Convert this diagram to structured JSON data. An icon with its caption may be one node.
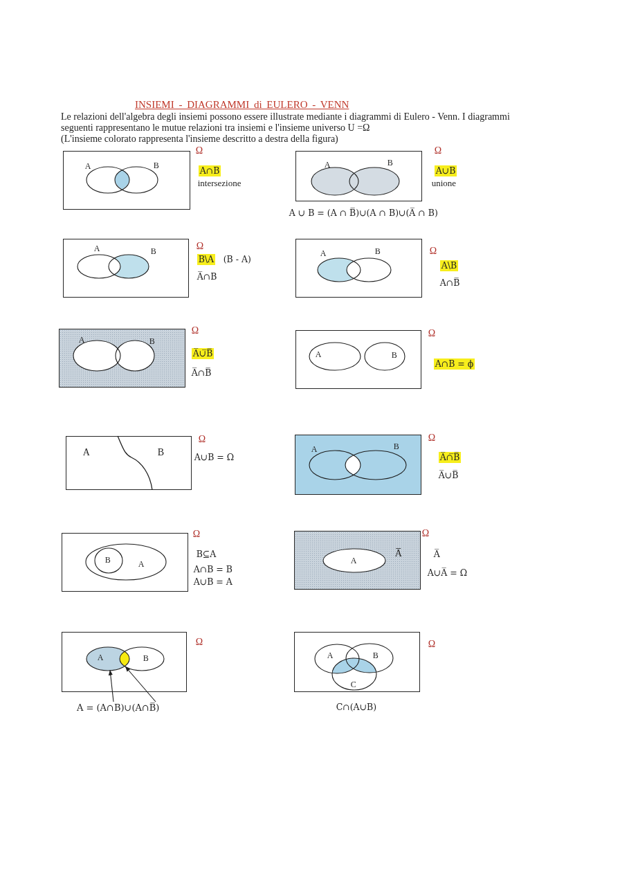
{
  "diagram": {
    "title": "INSIEMI - DIAGRAMMI di EULERO - VENN",
    "labels": [
      "Le relazioni dell'algebra degli insiemi possono essere illustrate mediante i diagrammi di Eulero - Venn. I diagrammi seguenti rappresentano le mutue relazioni tra insiemi e l'insieme universo U =Ω",
      "(L'insieme colorato rappresenta l'insieme descritto a destra della figura)"
    ],
    "nodes": [
      {
        "text": [
          "Ω"
        ],
        "beside": [
          "A∩B",
          "intersezione"
        ]
      },
      {
        "text": [
          "A"
        ],
        "in": 0
      },
      {
        "text": [
          "B"
        ],
        "in": 0
      },
      {
        "text": [
          "Ω"
        ],
        "beside": [
          "A∪B",
          "unione",
          "A ∪ B = (A ∩ B̅)∪(A ∩ B)∪(A̅ ∩ B)"
        ]
      },
      {
        "text": [
          "A"
        ],
        "in": 3
      },
      {
        "text": [
          "B"
        ],
        "in": 3
      },
      {
        "text": [
          "Ω"
        ],
        "beside": [
          "B\\A",
          "(B - A)",
          "A̅∩B"
        ]
      },
      {
        "text": [
          "A"
        ],
        "in": 6
      },
      {
        "text": [
          "B"
        ],
        "in": 6
      },
      {
        "text": [
          "Ω"
        ],
        "beside": [
          "A\\B",
          "A∩B̅"
        ]
      },
      {
        "text": [
          "A"
        ],
        "in": 9
      },
      {
        "text": [
          "B"
        ],
        "in": 9
      },
      {
        "text": [
          "Ω"
        ],
        "beside": [
          "A̅∪̅B̅",
          "A̅∩B̅"
        ]
      },
      {
        "text": [
          "A"
        ],
        "in": 12
      },
      {
        "text": [
          "B"
        ],
        "in": 12
      },
      {
        "text": [
          "Ω"
        ],
        "beside": [
          "A∩B = ϕ"
        ]
      },
      {
        "text": [
          "A"
        ],
        "in": 15
      },
      {
        "text": [
          "B"
        ],
        "in": 15
      },
      {
        "text": [
          "Ω",
          "A",
          "B"
        ],
        "beside": [
          "A∪B = Ω"
        ]
      },
      {
        "text": [
          "Ω"
        ],
        "beside": [
          "A̅∩̅B̅",
          "A̅∪B̅"
        ]
      },
      {
        "text": [
          "A"
        ],
        "in": 19
      },
      {
        "text": [
          "B"
        ],
        "in": 19
      },
      {
        "text": [
          "Ω"
        ],
        "beside": [
          "B⊆A",
          "A∩B = B",
          "A∪B = A"
        ]
      },
      {
        "text": [
          "A"
        ],
        "in": 22
      },
      {
        "text": [
          "B"
        ],
        "in": 23
      },
      {
        "text": [
          "Ω",
          "A̅"
        ],
        "beside": [
          "A̅",
          "A∪A̅ = Ω"
        ]
      },
      {
        "text": [
          "A"
        ],
        "in": 25
      },
      {
        "text": [
          "Ω"
        ]
      },
      {
        "text": [
          "A"
        ],
        "in": 27
      },
      {
        "text": [
          "B"
        ],
        "in": 27
      },
      {
        "text": [],
        "shape": "ellipse"
      },
      {
        "text": [
          "A = (A∩B)∪(A∩B̅)"
        ]
      },
      {
        "text": [
          "Ω"
        ],
        "beside": [
          "C∩(A∪B)"
        ]
      },
      {
        "text": [
          "A"
        ],
        "in": 32
      },
      {
        "text": [
          "B"
        ],
        "in": 32
      },
      {
        "text": [
          "C"
        ],
        "in": 32
      }
    ],
    "edges": [
      {
        "from": 31,
        "to": 28,
        "arrow": "to"
      },
      {
        "from": 31,
        "to": 30,
        "arrow": "to"
      }
    ]
  }
}
